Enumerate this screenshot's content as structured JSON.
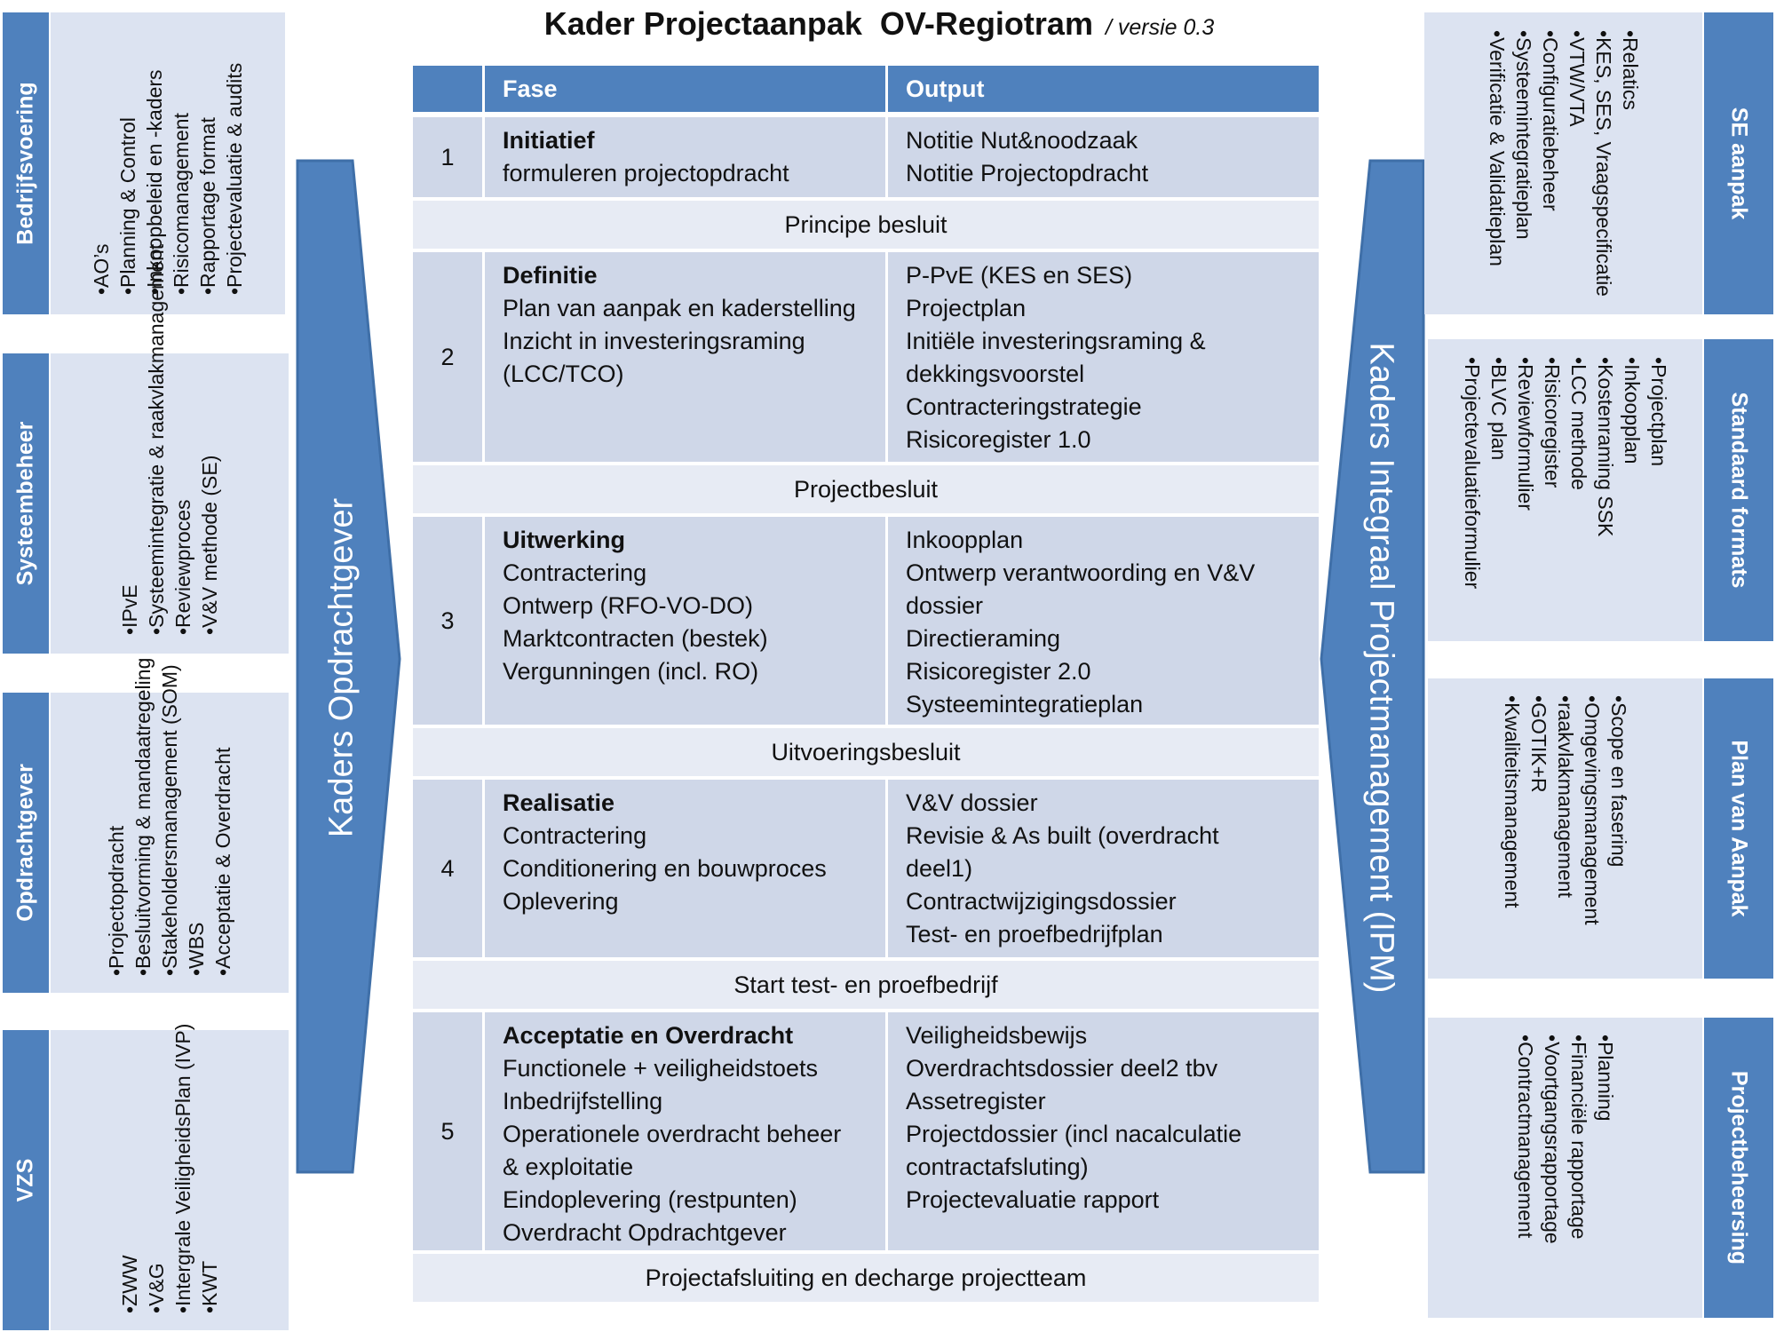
{
  "title": {
    "main": "Kader Projectaanpak  OV-Regiotram",
    "version": "/ versie 0.3"
  },
  "table": {
    "headers": {
      "num": "",
      "fase": "Fase",
      "output": "Output"
    },
    "phases": [
      {
        "num": "1",
        "title": "Initiatief",
        "lines": [
          "formuleren projectopdracht"
        ],
        "output": [
          "Notitie Nut&noodzaak",
          "Notitie Projectopdracht"
        ]
      },
      {
        "num": "2",
        "title": "Definitie",
        "lines": [
          "Plan van aanpak en kaderstelling",
          "Inzicht in investeringsraming",
          "(LCC/TCO)"
        ],
        "output": [
          "P-PvE (KES en SES)",
          "Projectplan",
          "Initiële investeringsraming &",
          "dekkingsvoorstel",
          "Contracteringstrategie",
          "Risicoregister 1.0"
        ]
      },
      {
        "num": "3",
        "title": "Uitwerking",
        "lines": [
          "Contractering",
          "Ontwerp  (RFO-VO-DO)",
          "Marktcontracten (bestek)",
          "Vergunningen (incl. RO)"
        ],
        "output": [
          "Inkoopplan",
          "Ontwerp verantwoording en V&V",
          "dossier",
          "Directieraming",
          "Risicoregister 2.0",
          "Systeemintegratieplan"
        ]
      },
      {
        "num": "4",
        "title": "Realisatie",
        "lines": [
          "Contractering",
          "Conditionering en bouwproces",
          "Oplevering"
        ],
        "output": [
          "V&V dossier",
          "Revisie & As built (overdracht",
          "deel1)",
          "Contractwijzigingsdossier",
          "Test- en proefbedrijfplan"
        ]
      },
      {
        "num": "5",
        "title": "Acceptatie en Overdracht",
        "lines": [
          "Functionele + veiligheidstoets",
          "Inbedrijfstelling",
          "Operationele overdracht beheer",
          "& exploitatie",
          "Eindoplevering (restpunten)",
          "Overdracht Opdrachtgever"
        ],
        "output": [
          "Veiligheidsbewijs",
          "Overdrachtsdossier deel2 tbv",
          "Assetregister",
          "Projectdossier (incl nacalculatie",
          "contractafsluting)",
          "Projectevaluatie  rapport"
        ]
      }
    ],
    "decisions": [
      "Principe besluit",
      "Projectbesluit",
      "Uitvoeringsbesluit",
      "Start test- en proefbedrijf",
      "Projectafsluiting en decharge projectteam"
    ]
  },
  "left_arrow": {
    "label": "Kaders Opdrachtgever"
  },
  "right_arrow": {
    "label": "Kaders Integraal Projectmanagement (IPM)"
  },
  "left_boxes": [
    {
      "title": "Bedrijfsvoering",
      "items": [
        "AO’s",
        "Planning & Control",
        "Inkoopbeleid en -kaders",
        "Risicomanagement",
        "Rapportage format",
        "Projectevaluatie & audits"
      ]
    },
    {
      "title": "Systeembeheer",
      "items": [
        "IPvE",
        "Systeemintegratie & raakvlakmanagement",
        "Reviewproces",
        "V&V methode (SE)"
      ]
    },
    {
      "title": "Opdrachtgever",
      "items": [
        "Projectopdracht",
        "Besluitvorming & mandaatregeling",
        "Stakeholdersmanagement (SOM)",
        "WBS",
        "Acceptatie & Overdracht"
      ]
    },
    {
      "title": "VZS",
      "items": [
        "ZWW",
        "V&G",
        "Intergrale VeiligheidsPlan (IVP)",
        "KWT"
      ]
    }
  ],
  "right_boxes": [
    {
      "title": "SE aanpak",
      "items": [
        "Relatics",
        "KES, SES, Vraagspecificatie",
        "VTW/VTA",
        "Configuratiebeheer",
        "Systeemintegratieplan",
        "Verificatie & Validatieplan"
      ]
    },
    {
      "title": "Standaard formats",
      "items": [
        "Projectplan",
        "Inkoopplan",
        "Kostenraming SSK",
        "LCC methode",
        "Risicoregister",
        "Reviewformulier",
        "BLVC plan",
        "Projectevaluatieformulier"
      ]
    },
    {
      "title": "Plan van Aanpak",
      "items": [
        "Scope en fasering",
        "Omgevingsmanagement",
        "raakvlakmanagement",
        "GOTIK+R",
        "Kwaliteitsmanagement"
      ]
    },
    {
      "title": "Projectbeheersing",
      "items": [
        "Planning",
        "Financiële rapportage",
        "Voortgangsrapportage",
        "Contractmanagement"
      ]
    }
  ],
  "colors": {
    "accent": "#4f81bd",
    "row_fill": "#cfd7e8",
    "decision_fill": "#e7ebf4",
    "panel_fill": "#dce3f1"
  }
}
